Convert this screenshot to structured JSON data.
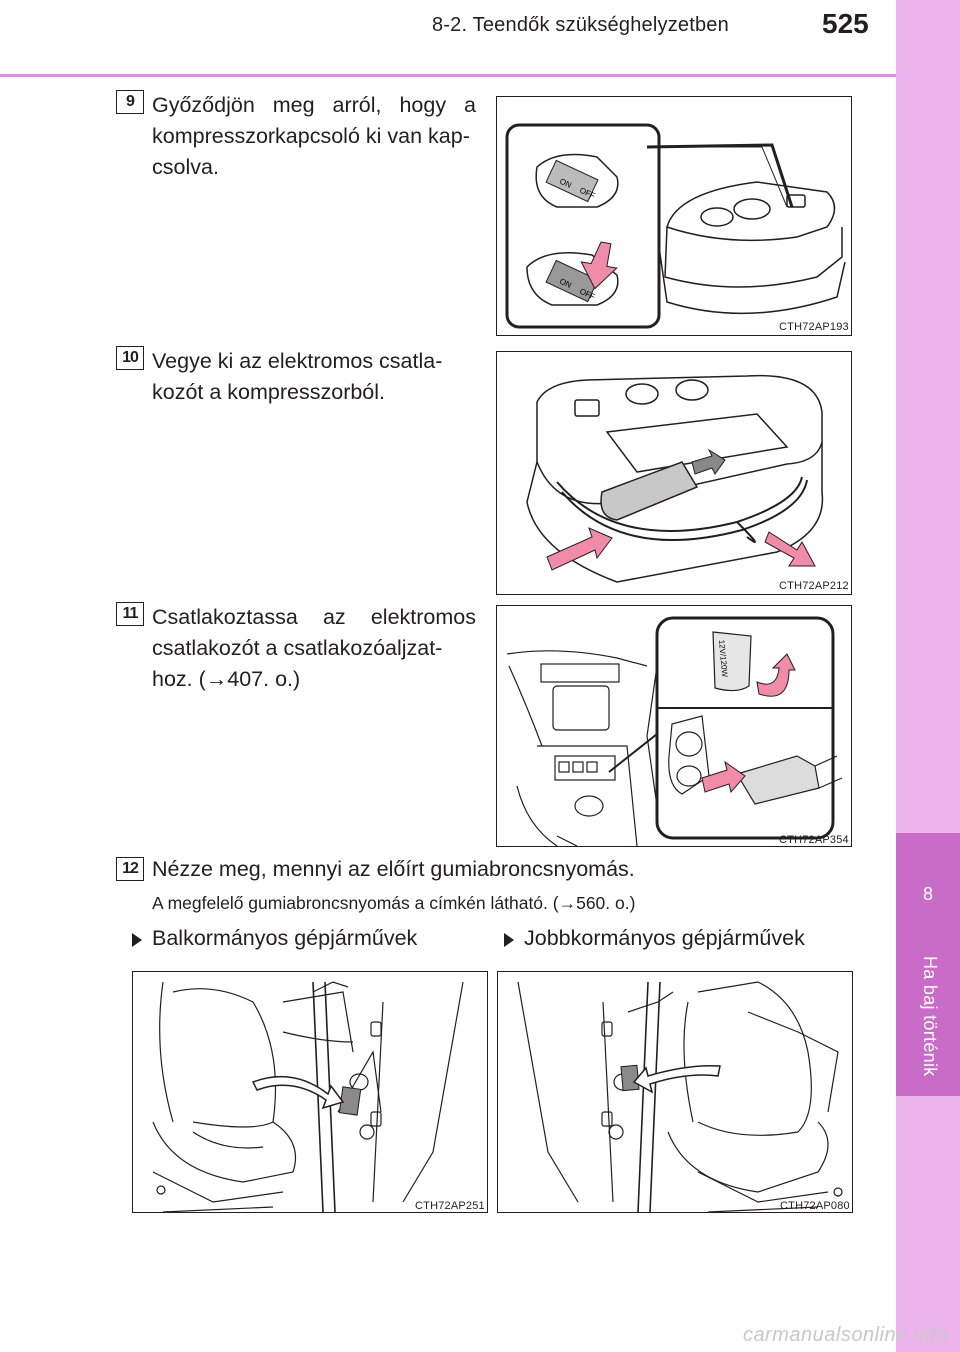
{
  "header": {
    "section": "8-2. Teendők szükséghelyzetben",
    "page_number": "525"
  },
  "side_tab": {
    "chapter_number": "8",
    "chapter_title": "Ha baj történik"
  },
  "steps": [
    {
      "number": "9",
      "text": "Győződjön meg arról, hogy a kompresszorkapcsoló ki van kapcsolva.",
      "image_code": "CTH72AP193",
      "image_labels": [
        "ON",
        "OFF",
        "ON",
        "OFF"
      ]
    },
    {
      "number": "10",
      "text": "Vegye ki az elektromos csatlakozót a kompresszorból.",
      "image_code": "CTH72AP212"
    },
    {
      "number": "11",
      "text": "Csatlakoztassa az elektromos csatlakozót a csatlakozóaljzathoz. (→407. o.)",
      "image_code": "CTH72AP354",
      "image_labels": [
        "12V/120W"
      ]
    },
    {
      "number": "12",
      "text": "Nézze meg, mennyi az előírt gumiabroncsnyomás.",
      "note": "A megfelelő gumiabroncsnyomás a címkén látható. (→560. o.)"
    }
  ],
  "bullets": [
    {
      "label": "Balkormányos gépjárművek",
      "image_code": "CTH72AP251"
    },
    {
      "label": "Jobbkormányos gépjárművek",
      "image_code": "CTH72AP080"
    }
  ],
  "colors": {
    "accent": "#d98fd9",
    "tab_light": "#ecb3ec",
    "tab_dark": "#c86cc8",
    "arrow_pink": "#f08ca8"
  },
  "footer": {
    "watermark": "carmanualsonline.info"
  }
}
